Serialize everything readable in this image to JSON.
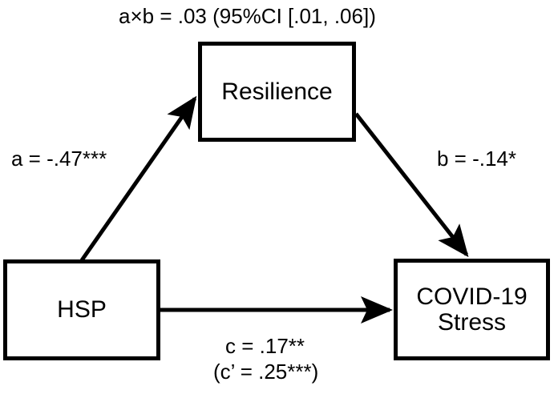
{
  "diagram": {
    "type": "mediation-path-model",
    "background_color": "#ffffff",
    "stroke_color": "#000000",
    "nodes": [
      {
        "id": "resilience",
        "label": "Resilience",
        "role": "mediator"
      },
      {
        "id": "hsp",
        "label": "HSP",
        "role": "predictor"
      },
      {
        "id": "covid",
        "label_line1": "COVID-19",
        "label_line2": "Stress",
        "role": "outcome"
      }
    ],
    "labels": {
      "indirect_effect": "a×b = .03 (95%CI [.01, .06])",
      "path_a": "a = -.47***",
      "path_b": "b = -.14*",
      "path_c": "c = .17**",
      "path_c_prime": "(c’ = .25***)"
    },
    "edges": [
      {
        "id": "a",
        "from": "hsp",
        "to": "resilience",
        "label": "a = -.47***",
        "arrow": true
      },
      {
        "id": "b",
        "from": "resilience",
        "to": "covid",
        "label": "b = -.14*",
        "arrow": true
      },
      {
        "id": "c",
        "from": "hsp",
        "to": "covid",
        "label": "c = .17**",
        "arrow": true
      }
    ]
  }
}
